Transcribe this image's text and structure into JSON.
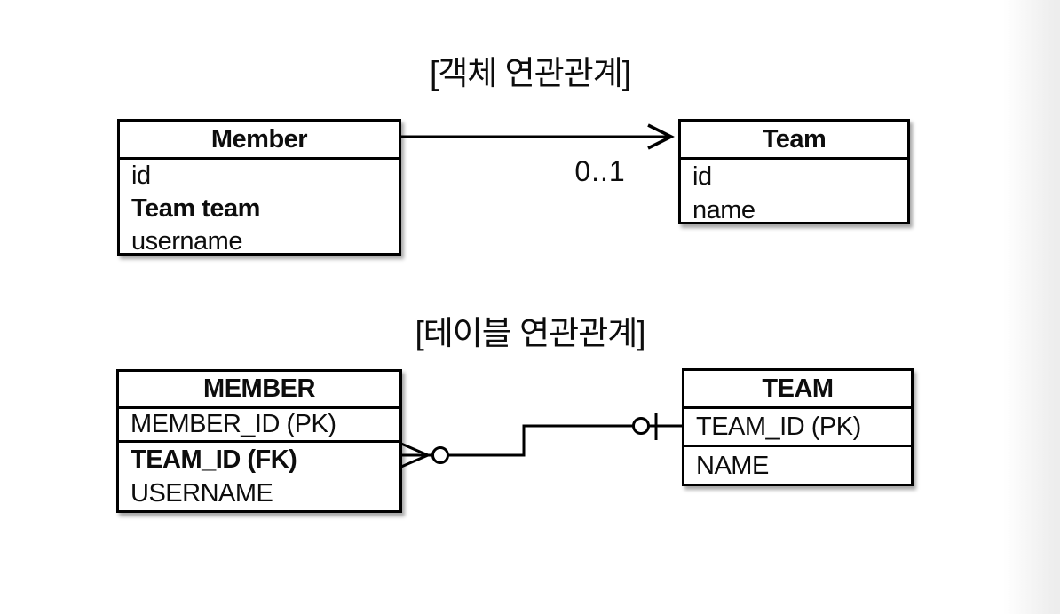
{
  "object_section": {
    "title": "[객체 연관관계]",
    "member": {
      "title": "Member",
      "fields": [
        {
          "label": "id",
          "bold": false
        },
        {
          "label": "Team team",
          "bold": true
        },
        {
          "label": "username",
          "bold": false
        }
      ]
    },
    "team": {
      "title": "Team",
      "fields": [
        {
          "label": "id",
          "bold": false
        },
        {
          "label": "name",
          "bold": false
        }
      ]
    },
    "association": {
      "multiplicity": "0..1",
      "direction": "member-to-team",
      "arrow_style": "open-arrowhead"
    }
  },
  "table_section": {
    "title": "[테이블 연관관계]",
    "member": {
      "title": "MEMBER",
      "pk_row": "MEMBER_ID (PK)",
      "rows": [
        {
          "label": "TEAM_ID (FK)",
          "bold": true
        },
        {
          "label": "USERNAME",
          "bold": false
        }
      ]
    },
    "team": {
      "title": "TEAM",
      "pk_row": "TEAM_ID (PK)",
      "rows": [
        {
          "label": "NAME",
          "bold": false
        }
      ]
    },
    "relationship": {
      "member_end": "zero-or-many",
      "team_end": "zero-or-one"
    }
  },
  "colors": {
    "background": "#ffffff",
    "line": "#000000",
    "text": "#0d0d0d",
    "box_fill": "#ffffff",
    "edge_shade": "#ededed"
  }
}
